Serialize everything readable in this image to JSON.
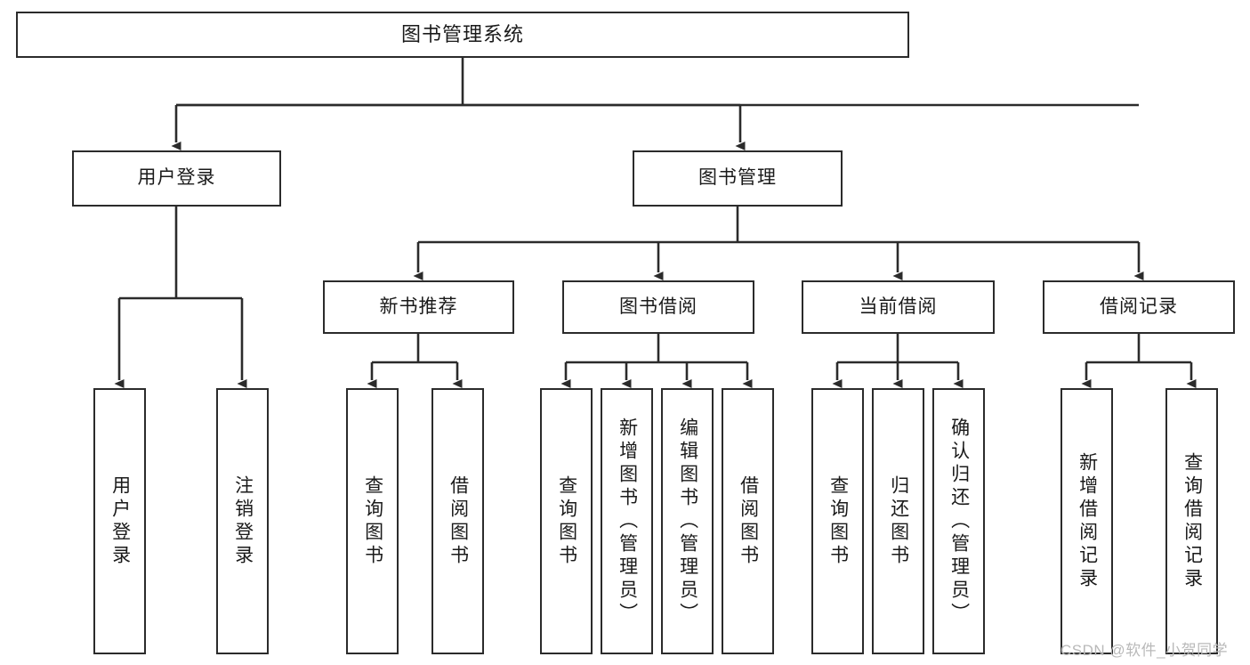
{
  "diagram": {
    "title": "图书管理系统",
    "type": "tree-hierarchy",
    "watermark": "CSDN @软件_小贺同学",
    "colors": {
      "stroke": "#2b2b2b",
      "fill": "#ffffff",
      "text": "#1a1a1a",
      "watermark": "#b9b9b9"
    },
    "nodes": {
      "root": {
        "label": "图书管理系统"
      },
      "level2": [
        {
          "id": "user-login",
          "label": "用户登录"
        },
        {
          "id": "book-manage",
          "label": "图书管理"
        }
      ],
      "level3": [
        {
          "id": "new-book-recommend",
          "label": "新书推荐"
        },
        {
          "id": "book-borrow",
          "label": "图书借阅"
        },
        {
          "id": "current-borrow",
          "label": "当前借阅"
        },
        {
          "id": "borrow-record",
          "label": "借阅记录"
        }
      ],
      "leaves": {
        "user-login": [
          {
            "id": "leaf-user-login",
            "label": "用户登录"
          },
          {
            "id": "leaf-logout-login",
            "label": "注销登录"
          }
        ],
        "new-book-recommend": [
          {
            "id": "leaf-query-book-1",
            "label": "查询图书"
          },
          {
            "id": "leaf-borrow-book-1",
            "label": "借阅图书"
          }
        ],
        "book-borrow": [
          {
            "id": "leaf-query-book-2",
            "label": "查询图书"
          },
          {
            "id": "leaf-add-book",
            "label": "新增图书（管理员）"
          },
          {
            "id": "leaf-edit-book",
            "label": "编辑图书（管理员）"
          },
          {
            "id": "leaf-borrow-book-2",
            "label": "借阅图书"
          }
        ],
        "current-borrow": [
          {
            "id": "leaf-query-book-3",
            "label": "查询图书"
          },
          {
            "id": "leaf-return-book",
            "label": "归还图书"
          },
          {
            "id": "leaf-confirm-return",
            "label": "确认归还（管理员）"
          }
        ],
        "borrow-record": [
          {
            "id": "leaf-add-record",
            "label": "新增借阅记录"
          },
          {
            "id": "leaf-query-record",
            "label": "查询借阅记录"
          }
        ]
      }
    }
  }
}
